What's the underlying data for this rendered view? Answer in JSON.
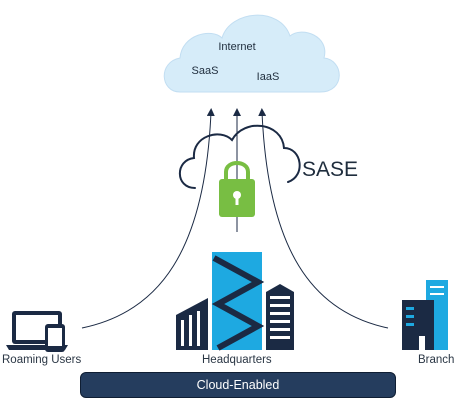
{
  "internet_cloud": {
    "title": "Internet",
    "left_item": "SaaS",
    "right_item": "IaaS"
  },
  "sase": {
    "label": "SASE"
  },
  "sites": {
    "roaming": "Roaming Users",
    "headquarters": "Headquarters",
    "branch": "Branch"
  },
  "bar": {
    "label": "Cloud-Enabled"
  },
  "colors": {
    "cloud_fill": "#d6ecf9",
    "navy": "#1b2a44",
    "cyan": "#1ea9e1",
    "lock_green": "#78be43",
    "bar": "#253d5e"
  },
  "icons": [
    "internet-cloud-icon",
    "sase-cloud-icon",
    "lock-icon",
    "laptop-icon",
    "tablet-icon",
    "headquarters-buildings-icon",
    "branch-building-icon"
  ]
}
